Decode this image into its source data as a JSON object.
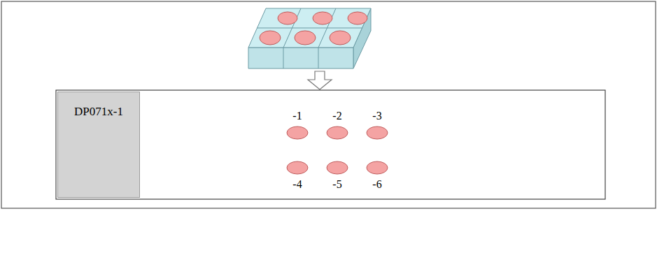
{
  "diagram": {
    "nodes": [
      {
        "text": [
          "DP071x-1"
        ]
      }
    ],
    "labels": [
      "-1",
      "-2",
      "-3",
      "-4",
      "-5",
      "-6"
    ]
  }
}
